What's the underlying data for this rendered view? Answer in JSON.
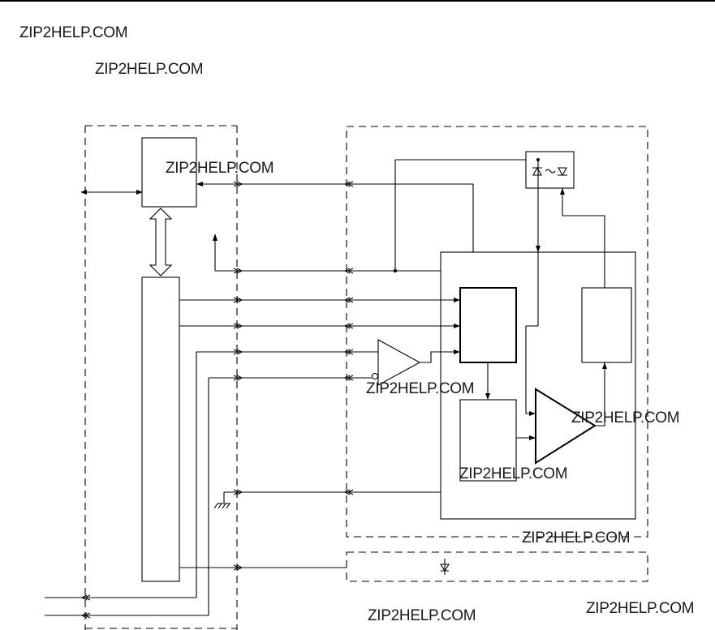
{
  "watermarks": [
    {
      "text": "ZIP2HELP.COM"
    },
    {
      "text": "ZIP2HELP.COM"
    },
    {
      "text": "ZIP2HELP.COM"
    },
    {
      "text": "ZIP2HELP.COM"
    },
    {
      "text": "ZIP2HELP.COM"
    },
    {
      "text": "ZIP2HELP.COM"
    },
    {
      "text": "ZIP2HELP.COM"
    },
    {
      "text": "ZIP2HELP.COM"
    },
    {
      "text": "ZIP2HELP.COM"
    }
  ]
}
